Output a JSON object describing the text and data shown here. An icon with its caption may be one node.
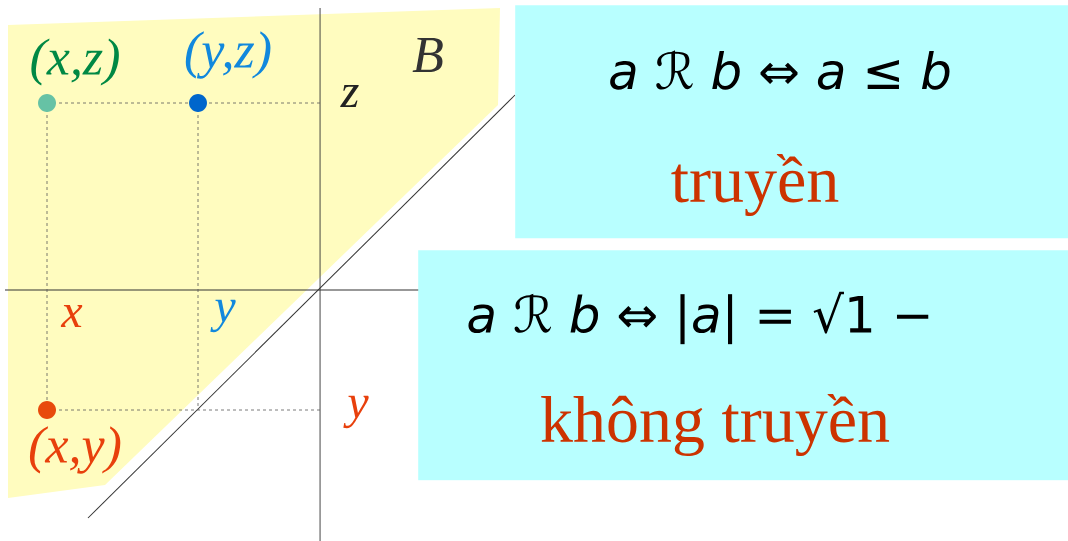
{
  "diagram": {
    "nodes": [
      {
        "text": [
          "*a* ℛ *b* ⇔ *a* ≤ *b*",
          "truyền"
        ]
      },
      {
        "text": [
          "*a* ℛ *b* ⇔ |*a*| = √1 −",
          "không truyền"
        ]
      }
    ],
    "labels": [
      "(x,z)",
      "(y,z)",
      "B",
      "z",
      "x",
      "y",
      "y",
      "(x,y)"
    ]
  }
}
